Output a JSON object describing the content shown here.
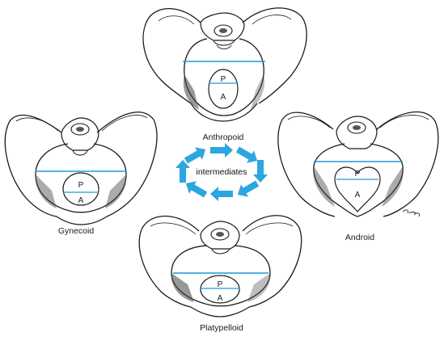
{
  "diagram": {
    "center_label": "intermediates",
    "pelvis_types": [
      {
        "name": "Anthropoid",
        "upper_letter": "P",
        "lower_letter": "A"
      },
      {
        "name": "Gynecoid",
        "upper_letter": "P",
        "lower_letter": "A"
      },
      {
        "name": "Android",
        "upper_letter": "P",
        "lower_letter": "A"
      },
      {
        "name": "Platypelloid",
        "upper_letter": "P",
        "lower_letter": "A"
      }
    ],
    "colors": {
      "line": "#1a1a1a",
      "axis": "#1e9ad8",
      "arrow": "#2ba6e0"
    }
  }
}
